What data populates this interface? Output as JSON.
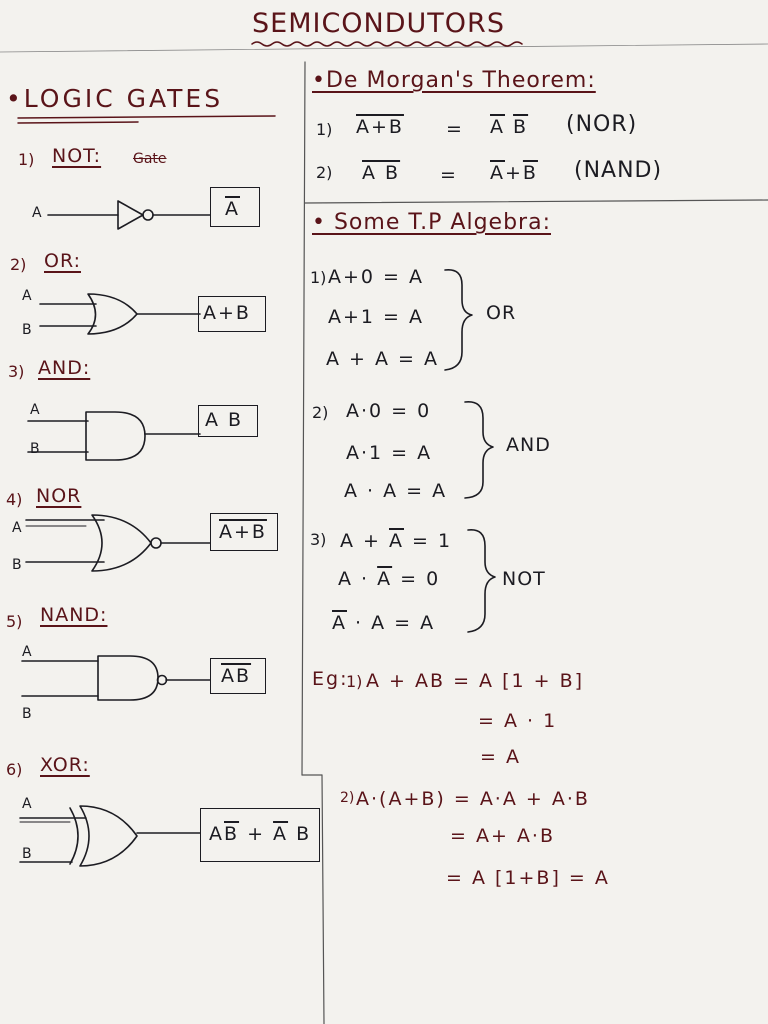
{
  "title": "SEMICONDUTORS",
  "logic_gates": {
    "heading": "•LOGIC GATES",
    "gates": [
      {
        "num": "1)",
        "name": "NOT:",
        "struck": "Gate",
        "inputs": [
          "A"
        ],
        "output_bar": "A",
        "output_plain": ""
      },
      {
        "num": "2)",
        "name": "OR:",
        "inputs": [
          "A",
          "B"
        ],
        "output_bar": "",
        "output_plain": "A+B"
      },
      {
        "num": "3)",
        "name": "AND:",
        "inputs": [
          "A",
          "B"
        ],
        "output_bar": "",
        "output_plain": "A B"
      },
      {
        "num": "4)",
        "name": "NOR",
        "inputs": [
          "A",
          "B"
        ],
        "output_bar": "A+B",
        "output_plain": ""
      },
      {
        "num": "5)",
        "name": "NAND:",
        "inputs": [
          "A",
          "B"
        ],
        "output_bar": "AB",
        "output_plain": ""
      },
      {
        "num": "6)",
        "name": "XOR:",
        "inputs": [
          "A",
          "B"
        ],
        "output_bar": "",
        "output_plain": "",
        "output_parts": [
          {
            "text": "A",
            "bar": false
          },
          {
            "text": "B",
            "bar": true
          },
          {
            "text": " + ",
            "bar": false
          },
          {
            "text": "A",
            "bar": true
          },
          {
            "text": " B",
            "bar": false
          }
        ]
      }
    ]
  },
  "de_morgan": {
    "heading": "•De Morgan's Theorem:",
    "rows": [
      {
        "num": "1)",
        "lhs_bar": "A+B",
        "eq": "=",
        "rhs": [
          {
            "text": "A",
            "bar": true
          },
          {
            "text": " ",
            "bar": false
          },
          {
            "text": "B",
            "bar": true
          }
        ],
        "note": "(NOR)"
      },
      {
        "num": "2)",
        "lhs_bar": "A B",
        "eq": "=",
        "rhs": [
          {
            "text": "A",
            "bar": true
          },
          {
            "text": "+",
            "bar": false
          },
          {
            "text": "B",
            "bar": true
          }
        ],
        "note": "(NAND)"
      }
    ]
  },
  "algebra": {
    "heading": "• Some T.P Algebra:",
    "groups": [
      {
        "num": "1)",
        "label": "OR",
        "lines": [
          [
            {
              "text": "A+0 = A",
              "bar": false
            }
          ],
          [
            {
              "text": "A+1 = A",
              "bar": false
            }
          ],
          [
            {
              "text": "A + A = A",
              "bar": false
            }
          ]
        ]
      },
      {
        "num": "2)",
        "label": "AND",
        "lines": [
          [
            {
              "text": "A·0 = 0",
              "bar": false
            }
          ],
          [
            {
              "text": "A·1 = A",
              "bar": false
            }
          ],
          [
            {
              "text": "A · A = A",
              "bar": false
            }
          ]
        ]
      },
      {
        "num": "3)",
        "label": "NOT",
        "lines": [
          [
            {
              "text": "A + ",
              "bar": false
            },
            {
              "text": "A",
              "bar": true
            },
            {
              "text": " = 1",
              "bar": false
            }
          ],
          [
            {
              "text": "A · ",
              "bar": false
            },
            {
              "text": "A",
              "bar": true
            },
            {
              "text": " = 0",
              "bar": false
            }
          ],
          [
            {
              "text": "A",
              "bar": true
            },
            {
              "text": " · A = A",
              "bar": false
            }
          ]
        ]
      }
    ]
  },
  "examples": {
    "label": "Eg:",
    "ex1": {
      "num": "1)",
      "lines": [
        "A + AB   = A [1 + B]",
        "= A · 1",
        "= A"
      ]
    },
    "ex2": {
      "num": "2)",
      "lines": [
        "A·(A+B)  =  A·A  + A·B",
        "=  A+ A·B",
        "= A [1+B] = A"
      ]
    }
  },
  "colors": {
    "heading_ink": "#5a1419",
    "body_ink": "#1c1c22",
    "paper": "#f3f2ee"
  }
}
